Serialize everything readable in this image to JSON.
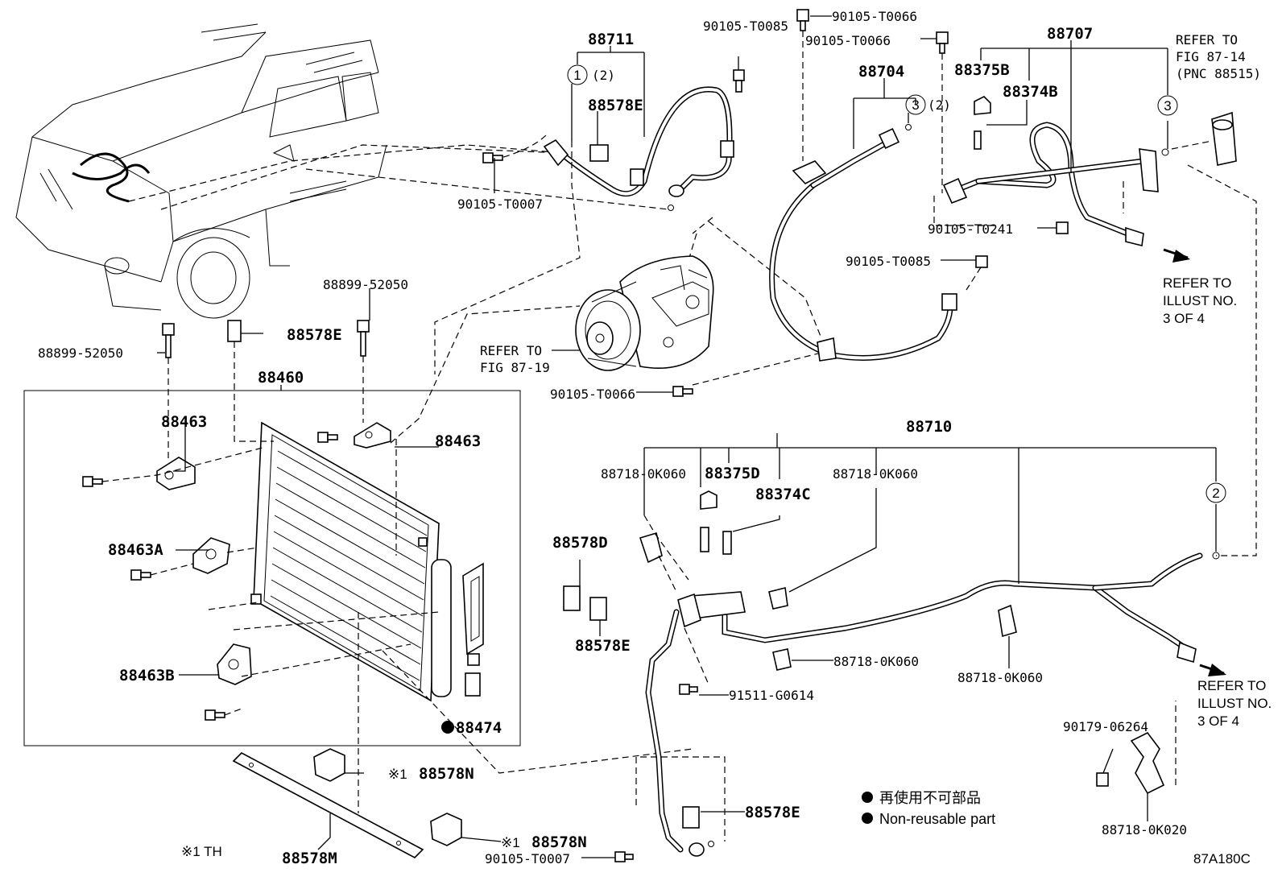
{
  "labels": {
    "car_bolt_left": "88899-52050",
    "car_bolt_top": "88899-52050",
    "cushion_top": "88578E",
    "condenser": "88460",
    "bracket_left": "88463",
    "bracket_right": "88463",
    "bracket_a": "88463A",
    "bracket_b": "88463B",
    "drier_plug": "88474",
    "cushion_n1": "88578N",
    "cushion_n2": "88578N",
    "note_mark_1": "※1",
    "note_mark_2": "※1",
    "seal_m": "88578M",
    "note_th": "※1 TH",
    "discharge_hose": "88711",
    "circle1_qty": "(2)",
    "cushion_e_top": "88578E",
    "bolt_t0007_top": "90105-T0007",
    "bolt_t0085_top": "90105-T0085",
    "bolt_t0066_a": "90105-T0066",
    "bolt_t0066_b": "90105-T0066",
    "ref_fig_8719": "REFER TO\nFIG 87-19",
    "bolt_t0066_c": "90105-T0066",
    "suction_pipe": "88704",
    "circle3_qty": "(2)",
    "suction_tube": "88707",
    "valve_b": "88375B",
    "switch_b": "88374B",
    "ref_fig_8714": "REFER TO\nFIG 87-14\n(PNC 88515)",
    "bolt_t0241": "90105-T0241",
    "bolt_t0085_mid": "90105-T0085",
    "ref_illust_top": "REFER TO\nILLUST NO.\n3 OF 4",
    "liquid_tube": "88710",
    "clamp_0k060_a": "88718-0K060",
    "valve_d": "88375D",
    "switch_c": "88374C",
    "clamp_0k060_b": "88718-0K060",
    "cushion_d": "88578D",
    "cushion_e_mid": "88578E",
    "clamp_0k060_c": "88718-0K060",
    "clamp_0k060_d": "88718-0K060",
    "bolt_g0614": "91511-G0614",
    "ref_illust_bot": "REFER TO\nILLUST NO.\n3 OF 4",
    "nut_06264": "90179-06264",
    "clamp_0k020": "88718-0K020",
    "cushion_e_bot": "88578E",
    "bolt_t0007_bot": "90105-T0007",
    "legend_jp": "再使用不可部品",
    "legend_en": "Non-reusable part",
    "figure_code": "87A180C"
  },
  "circles": {
    "c1": "1",
    "c2": "2",
    "c3a": "3",
    "c3b": "3"
  }
}
